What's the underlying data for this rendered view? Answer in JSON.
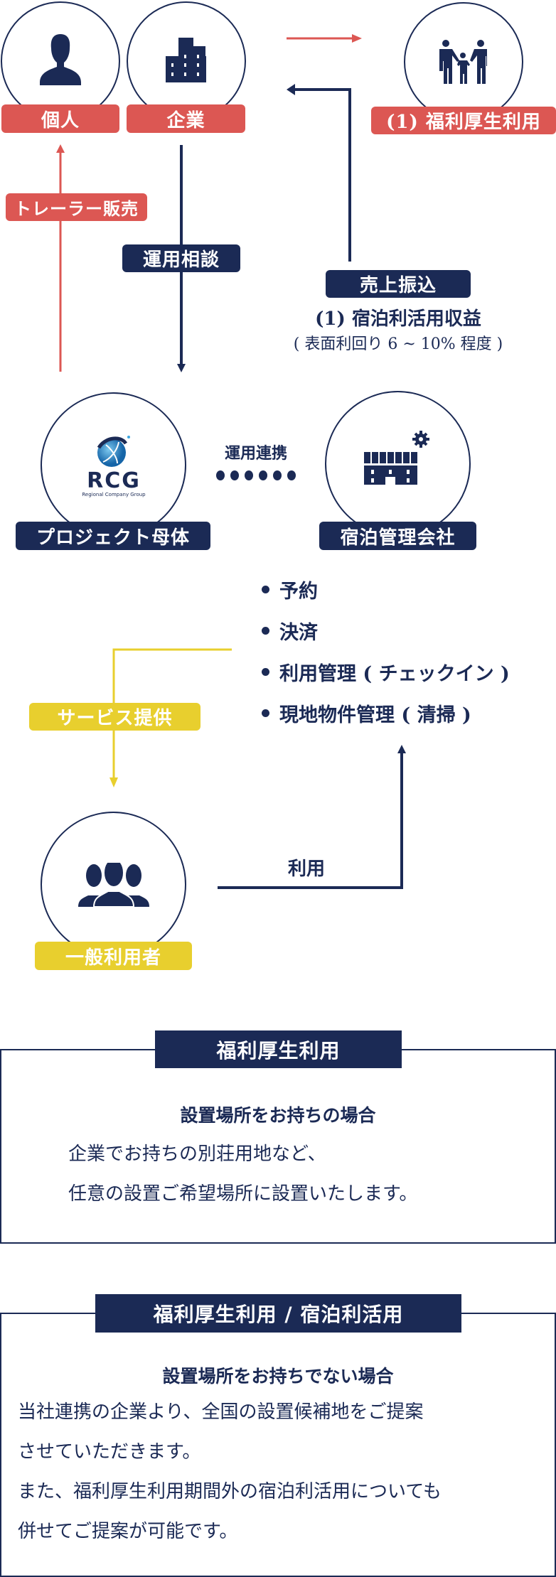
{
  "colors": {
    "navy": "#1b2a55",
    "red": "#dc5753",
    "yellow": "#e8cf2e"
  },
  "nodes": {
    "individual": {
      "label": "個人",
      "icon": "person-icon"
    },
    "company": {
      "label": "企業",
      "icon": "building-icon"
    },
    "welfare": {
      "label": "(1) 福利厚生利用",
      "icon": "family-icon"
    },
    "project": {
      "label": "プロジェクト母体",
      "icon": "rcg-logo",
      "logo_text": "RCG",
      "logo_sub": "Regional Company Group"
    },
    "management": {
      "label": "宿泊管理会社",
      "icon": "factory-gear-icon"
    },
    "users": {
      "label": "一般利用者",
      "icon": "group-icon"
    }
  },
  "arrows": {
    "trailer_sales": "トレーラー販売",
    "consultation": "運用相談",
    "sales_transfer": "売上振込",
    "revenue_title": "(1) 宿泊利活用収益",
    "revenue_note": "( 表面利回り 6 ~ 10% 程度 )",
    "cooperation": "運用連携",
    "service": "サービス提供",
    "usage": "利用"
  },
  "services": [
    "予約",
    "決済",
    "利用管理 ( チェックイン )",
    "現地物件管理 ( 清掃 )"
  ],
  "box1": {
    "title": "福利厚生利用",
    "heading": "設置場所をお持ちの場合",
    "lines": [
      "企業でお持ちの別荘用地など、",
      "任意の設置ご希望場所に設置いたします。"
    ]
  },
  "box2": {
    "title": "福利厚生利用 / 宿泊利活用",
    "heading": "設置場所をお持ちでない場合",
    "lines": [
      "当社連携の企業より、全国の設置候補地をご提案",
      "させていただきます。",
      "また、福利厚生利用期間外の宿泊利活用についても",
      "併せてご提案が可能です。"
    ]
  }
}
